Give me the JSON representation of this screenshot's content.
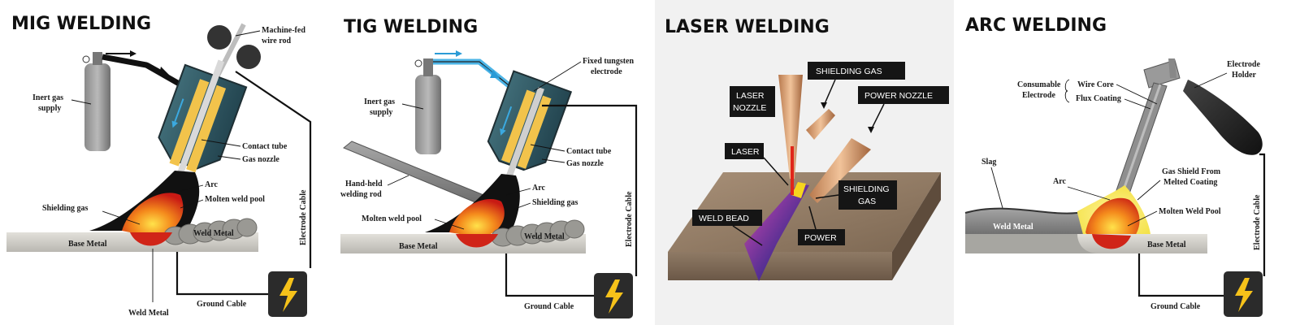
{
  "panels": [
    {
      "title": "MIG WELDING",
      "labels": {
        "wire": [
          "Machine-fed",
          "wire rod"
        ],
        "gas": [
          "Inert gas",
          "supply"
        ],
        "contact": "Contact tube",
        "nozzle": "Gas nozzle",
        "arc": "Arc",
        "pool": "Molten weld pool",
        "shield": "Shielding gas",
        "weldmetal": "Weld Metal",
        "base": "Base Metal",
        "electrode_cable": "Electrode Cable",
        "ground": "Ground Cable",
        "weld_bottom": "Weld Metal"
      }
    },
    {
      "title": "TIG WELDING",
      "labels": {
        "tungsten": [
          "Fixed tungsten",
          "electrode"
        ],
        "gas": [
          "Inert gas",
          "supply"
        ],
        "contact": "Contact tube",
        "nozzle": "Gas nozzle",
        "rod": [
          "Hand-held",
          "welding rod"
        ],
        "arc": "Arc",
        "shield": "Shielding gas",
        "pool": "Molten weld pool",
        "weldmetal": "Weld Metal",
        "base": "Base Metal",
        "electrode_cable": "Electrode Cable",
        "ground": "Ground Cable"
      }
    },
    {
      "title": "LASER WELDING",
      "labels": {
        "shield_top": "SHIELDING GAS",
        "laser_nozzle": [
          "LASER",
          "NOZZLE"
        ],
        "power_nozzle": "POWER NOZZLE",
        "laser": "LASER",
        "shield_side": [
          "SHIELDING",
          "GAS"
        ],
        "bead": "WELD BEAD",
        "power": "POWER"
      }
    },
    {
      "title": "ARC WELDING",
      "labels": {
        "consumable": [
          "Consumable",
          "Electrode"
        ],
        "wire_core": "Wire Core",
        "flux": "Flux Coating",
        "holder": [
          "Electrode",
          "Holder"
        ],
        "slag": "Slag",
        "arc": "Arc",
        "gas_shield": [
          "Gas Shield From",
          "Melted Coating"
        ],
        "pool": "Molten Weld Pool",
        "weldmetal": "Weld Metal",
        "base": "Base Metal",
        "electrode_cable": "Electrode Cable",
        "ground": "Ground Cable"
      }
    }
  ]
}
